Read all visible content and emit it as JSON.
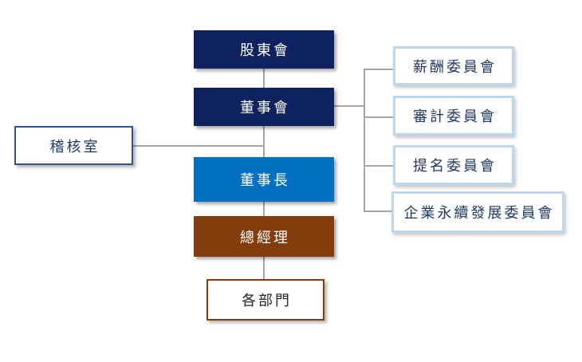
{
  "nodes": {
    "shareholders": "股東會",
    "board": "董事會",
    "chairman": "董事長",
    "president": "總經理",
    "departments": "各部門",
    "audit": "稽核室",
    "committees": [
      "薪酬委員會",
      "審計委員會",
      "提名委員會",
      "企業永續發展委員會"
    ]
  },
  "colors": {
    "navy": "#0f2260",
    "blue": "#0070c0",
    "brown": "#843c0c",
    "connector": "#a6a6a6"
  }
}
